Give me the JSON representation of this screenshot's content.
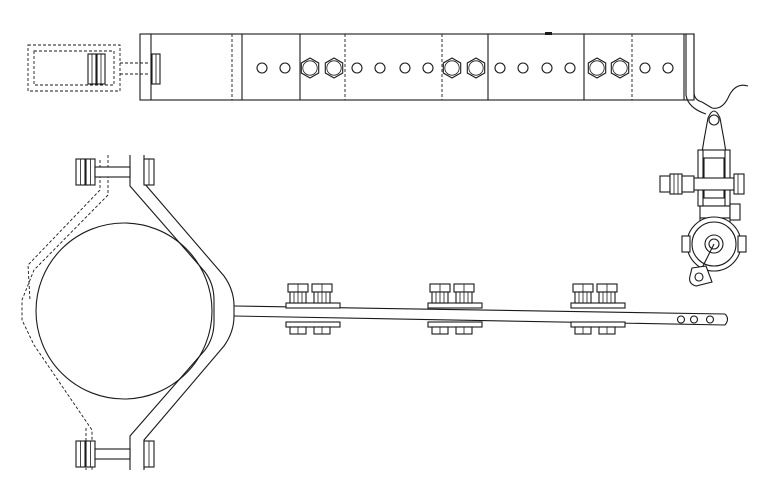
{
  "drawing": {
    "colors": {
      "line": "#1a1a1a",
      "background": "#ffffff"
    },
    "top_bar": {
      "hole_count": 18,
      "nut_pair_count": 3
    },
    "pipe_clamp": {
      "bolt_count": 2
    },
    "lower_bar": {
      "clamp_count": 3,
      "end_hole_count": 3
    },
    "hanger": {
      "bolt_count": 2
    }
  }
}
